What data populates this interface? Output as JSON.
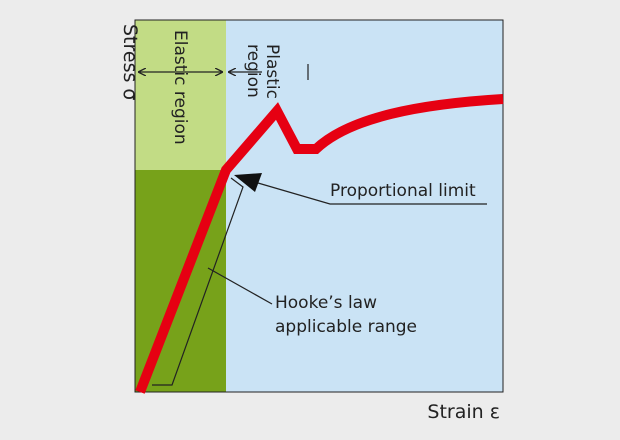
{
  "axes": {
    "x_label": "Strain ε",
    "y_label": "Stress σ"
  },
  "regions": {
    "elastic_label": "Elastic region",
    "plastic_label_line1": "Plastic",
    "plastic_label_line2": "region"
  },
  "annotations": {
    "proportional_limit": "Proportional limit",
    "hookes_line1": "Hooke’s law",
    "hookes_line2": "applicable range"
  },
  "colors": {
    "elastic_light": "#c2dc85",
    "elastic_dark": "#77a21a",
    "plastic_bg": "#cae3f5",
    "curve": "#e60012"
  }
}
